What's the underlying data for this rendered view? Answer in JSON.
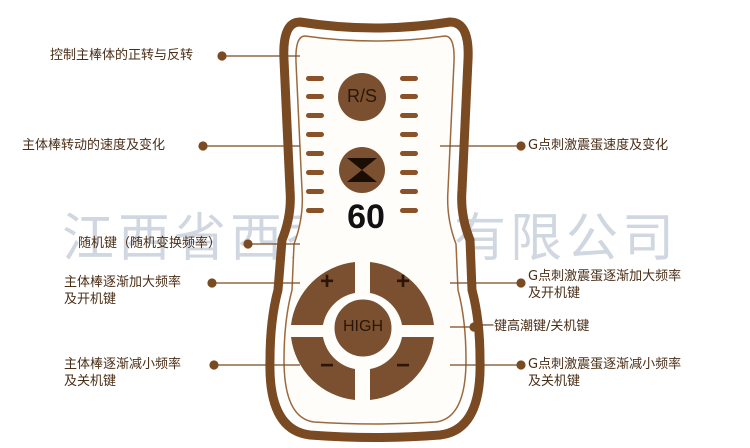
{
  "colors": {
    "outline": "#7a4a22",
    "brown": "#7b5030",
    "led": "#8a5228",
    "text": "#4a2e16"
  },
  "labels": {
    "rotation": "控制主棒体的正转与反转",
    "speed_left": "主体棒转动的速度及变化",
    "speed_right": "G点刺激震蛋速度及变化",
    "random": "随机键（随机变换频率）",
    "left_up": "主体棒逐渐加大频率\n及开机键",
    "right_up": "G点刺激震蛋逐渐加大频率\n及开机键",
    "high": "一键高潮键/关机键",
    "left_down": "主体棒逐渐减小频率\n及关机键",
    "right_down": "G点刺激震蛋逐渐减小频率\n及关机键"
  },
  "remote": {
    "rs_button": "R/S",
    "display_value": "60",
    "plus_left": "+",
    "plus_right": "+",
    "high_button": "HIGH",
    "minus_left": "−",
    "minus_right": "−",
    "random_icon": "hourglass-icon"
  },
  "watermark": "江西省西乔实业有限公司"
}
